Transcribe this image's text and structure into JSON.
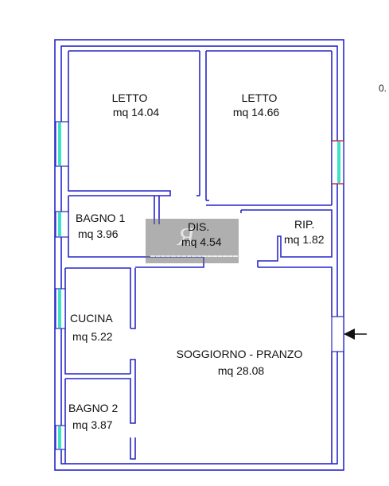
{
  "plan": {
    "wall_color": "#2727c8",
    "window_color": "#3ee0c8",
    "door_accent_color": "#d22020",
    "corner_note": "0.",
    "entrance_icon": "arrow-left-icon",
    "watermark_icon": "agency-logo-watermark",
    "rooms": {
      "letto_1": {
        "name": "LETTO",
        "area": "mq 14.04"
      },
      "letto_2": {
        "name": "LETTO",
        "area": "mq 14.66"
      },
      "bagno_1": {
        "name": "BAGNO 1",
        "area": "mq 3.96"
      },
      "dis": {
        "name": "DIS.",
        "area": "mq 4.54"
      },
      "rip": {
        "name": "RIP.",
        "area": "mq 1.82"
      },
      "cucina": {
        "name": "CUCINA",
        "area": "mq 5.22"
      },
      "soggiorno": {
        "name": "SOGGIORNO - PRANZO",
        "area": "mq 28.08"
      },
      "bagno_2": {
        "name": "BAGNO 2",
        "area": "mq 3.87"
      }
    }
  }
}
